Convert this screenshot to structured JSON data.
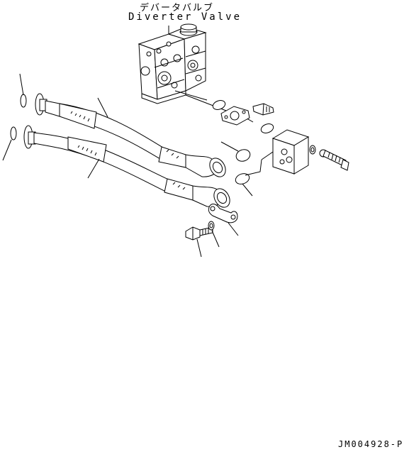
{
  "title": {
    "japanese": "デバータバルブ",
    "english": "Diverter Valve"
  },
  "reference_code": "JM004928-P",
  "parts": [
    "diverter-valve",
    "hose-upper",
    "hose-lower",
    "o-ring",
    "split-flange",
    "bolt",
    "washer",
    "flange-block"
  ]
}
